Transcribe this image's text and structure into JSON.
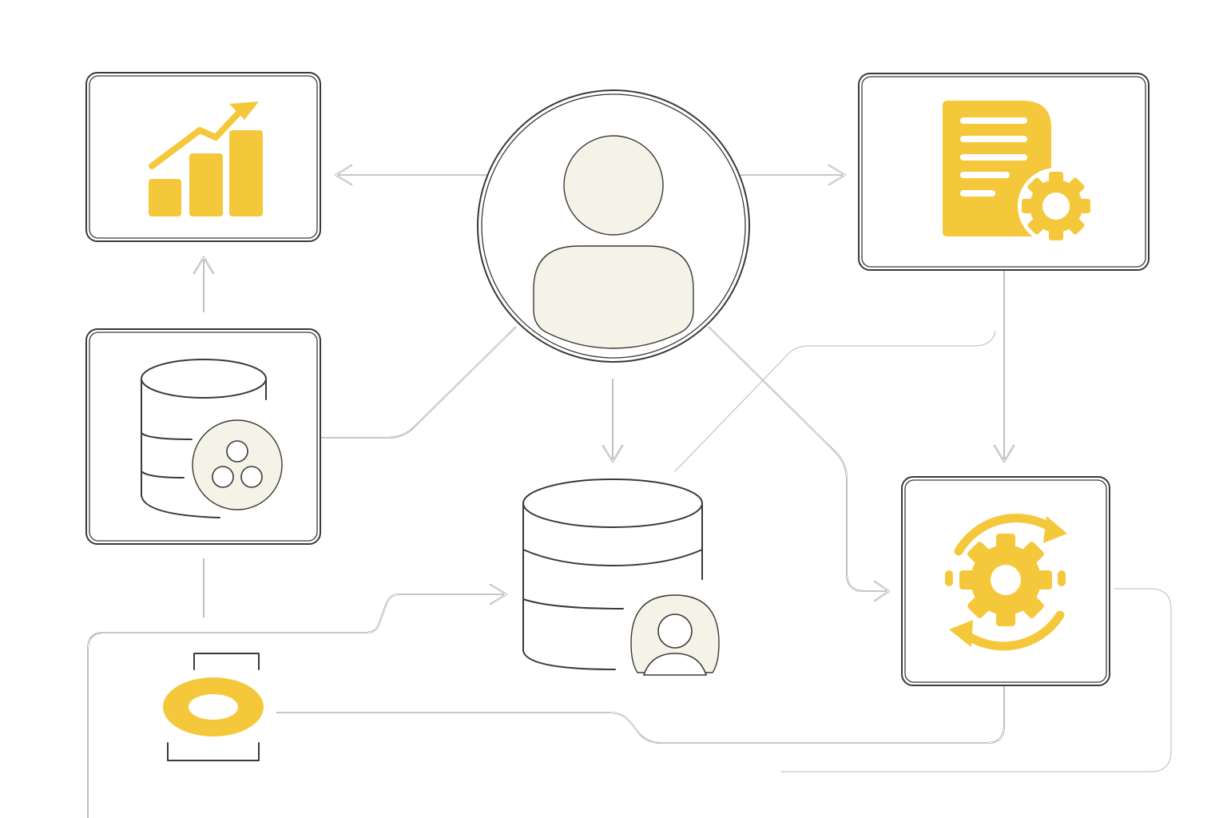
{
  "colors": {
    "accent": "#f5c83c",
    "outline": "#3a3a36",
    "cream": "#f5f2e7",
    "faint_line": "#c8c8c4",
    "background": "#ffffff"
  },
  "nodes": [
    {
      "id": "user-hub",
      "shape": "circle",
      "icon": "user-icon"
    },
    {
      "id": "analytics",
      "shape": "rounded-box",
      "icon": "bar-chart-trend-icon"
    },
    {
      "id": "document-settings",
      "shape": "rounded-box",
      "icon": "document-gear-icon"
    },
    {
      "id": "database-network",
      "shape": "rounded-box",
      "icon": "database-network-icon"
    },
    {
      "id": "user-database",
      "shape": "free",
      "icon": "database-user-icon"
    },
    {
      "id": "process-automation",
      "shape": "rounded-box",
      "icon": "gear-refresh-icon"
    },
    {
      "id": "scanner",
      "shape": "free",
      "icon": "scan-target-icon"
    }
  ],
  "edges": [
    {
      "from": "user-hub",
      "to": "analytics",
      "arrow": true
    },
    {
      "from": "user-hub",
      "to": "document-settings",
      "arrow": true
    },
    {
      "from": "user-hub",
      "to": "user-database",
      "arrow": true
    },
    {
      "from": "user-hub",
      "to": "process-automation",
      "arrow": true
    },
    {
      "from": "user-hub",
      "to": "database-network",
      "arrow": false
    },
    {
      "from": "database-network",
      "to": "analytics",
      "arrow": true
    },
    {
      "from": "document-settings",
      "to": "process-automation",
      "arrow": true
    },
    {
      "from": "database-network",
      "to": "user-database",
      "arrow": true
    },
    {
      "from": "scanner",
      "to": "process-automation",
      "arrow": false
    }
  ]
}
